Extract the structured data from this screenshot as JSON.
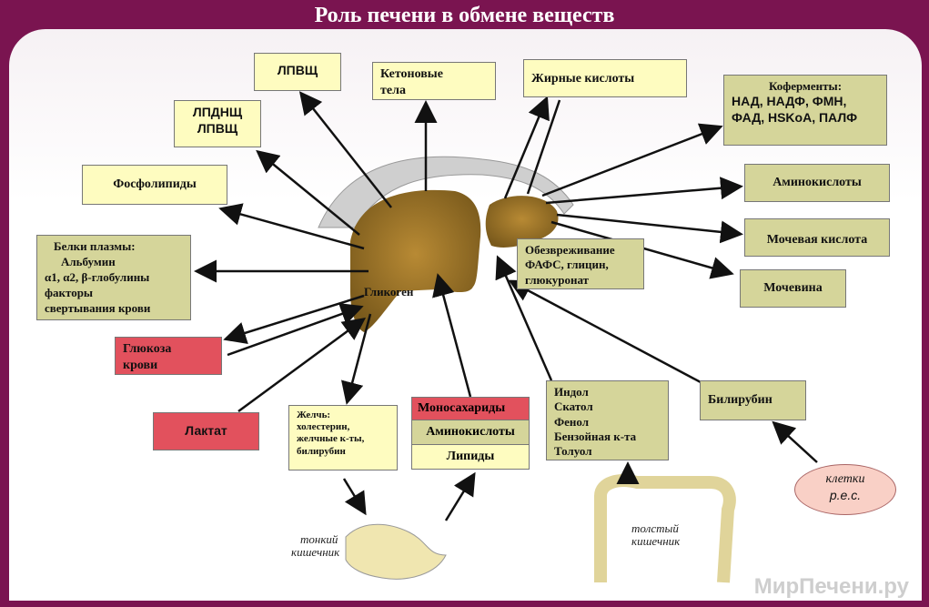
{
  "title": "Роль печени в обмене веществ",
  "boxes": {
    "lpvsch": "ЛПВЩ",
    "ketone": [
      "Кетоновые",
      "тела"
    ],
    "fatty": "Жирные кислоты",
    "coenzymes": [
      "Коферменты:",
      "НАД, НАДФ, ФМН,",
      "ФАД, HSKoA, ПАЛФ"
    ],
    "lpdnsch": [
      "ЛПДНЩ",
      "ЛПВЩ"
    ],
    "phospho": "Фосфолипиды",
    "amino_out": "Аминокислоты",
    "uric": "Мочевая кислота",
    "urea": "Мочевина",
    "plasma": [
      "Белки плазмы:",
      "Альбумин",
      "α1, α2, β-глобулины",
      "факторы",
      "свертывания крови"
    ],
    "detox": [
      "Обезвреживание",
      "ФАФС, глицин,",
      "глюкуронат"
    ],
    "glycogen": "Гликоген",
    "glucose": [
      "Глюкоза",
      "крови"
    ],
    "lactate": "Лактат",
    "bile": [
      "Желчь:",
      "холестерин,",
      "желчные к-ты,",
      "билирубин"
    ],
    "mono": "Моносахариды",
    "amino_in": "Аминокислоты",
    "lipids": "Липиды",
    "indole": [
      "Индол",
      "Скатол",
      "Фенол",
      "Бензойная к-та",
      "Толуол"
    ],
    "bilirubin": "Билирубин",
    "res": [
      "клетки",
      "р.е.с."
    ]
  },
  "labels": {
    "small_int": [
      "тонкий",
      "кишечник"
    ],
    "large_int": [
      "толстый",
      "кишечник"
    ]
  },
  "watermark": "МирПечени.ру",
  "colors": {
    "frame": "#7a1450",
    "yellow": "#fefcc0",
    "olive": "#d5d59a",
    "red": "#e2515d",
    "liver": "#a0782a"
  }
}
